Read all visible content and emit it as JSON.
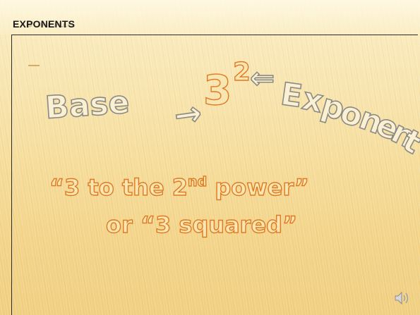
{
  "slide": {
    "title": "EXPONENTS",
    "base_label": "Base",
    "arrow_right": "→",
    "base_number": "3",
    "exponent_number": "2",
    "arrow_left": "⇐",
    "exponent_letters": [
      "E",
      "x",
      "p",
      "o",
      "n",
      "e",
      "n",
      "t"
    ],
    "phrase_line1_start": "“3 to the 2",
    "phrase_line1_sup": "nd",
    "phrase_line1_end": " power”",
    "phrase_line2": "or “3 squared”"
  },
  "icons": {
    "audio": "speaker-icon"
  },
  "colors": {
    "outline_gray": "#8a8a86",
    "outline_orange": "#e07a22",
    "background": "#f6dfa0"
  }
}
